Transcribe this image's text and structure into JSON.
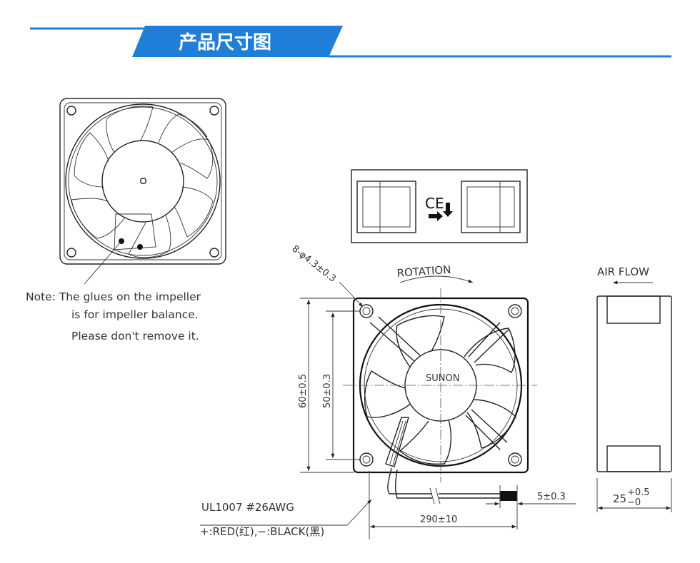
{
  "header": {
    "title": "产品尺寸图",
    "accent_color": "#1f7fd8"
  },
  "note": {
    "line1": "Note:  The glues on the impeller",
    "line2": "is for impeller balance.",
    "line3": "Please don't remove it."
  },
  "drawing": {
    "holes_label": "8-φ4.3±0.3",
    "rotation_label": "ROTATION",
    "airflow_label": "AIR FLOW",
    "brand_label": "SUNON",
    "dim_outer": "60±0.5",
    "dim_hole_pitch": "50±0.3",
    "dim_wire_strip": "5±0.3",
    "dim_wire_length": "290±10",
    "dim_thickness_base": "25",
    "dim_thickness_tol_upper": "+0.5",
    "dim_thickness_tol_lower": "−0",
    "wire_spec": "UL1007  #26AWG",
    "wire_colors": "+:RED(红),−:BLACK(黑)",
    "ce_mark": "CE"
  }
}
